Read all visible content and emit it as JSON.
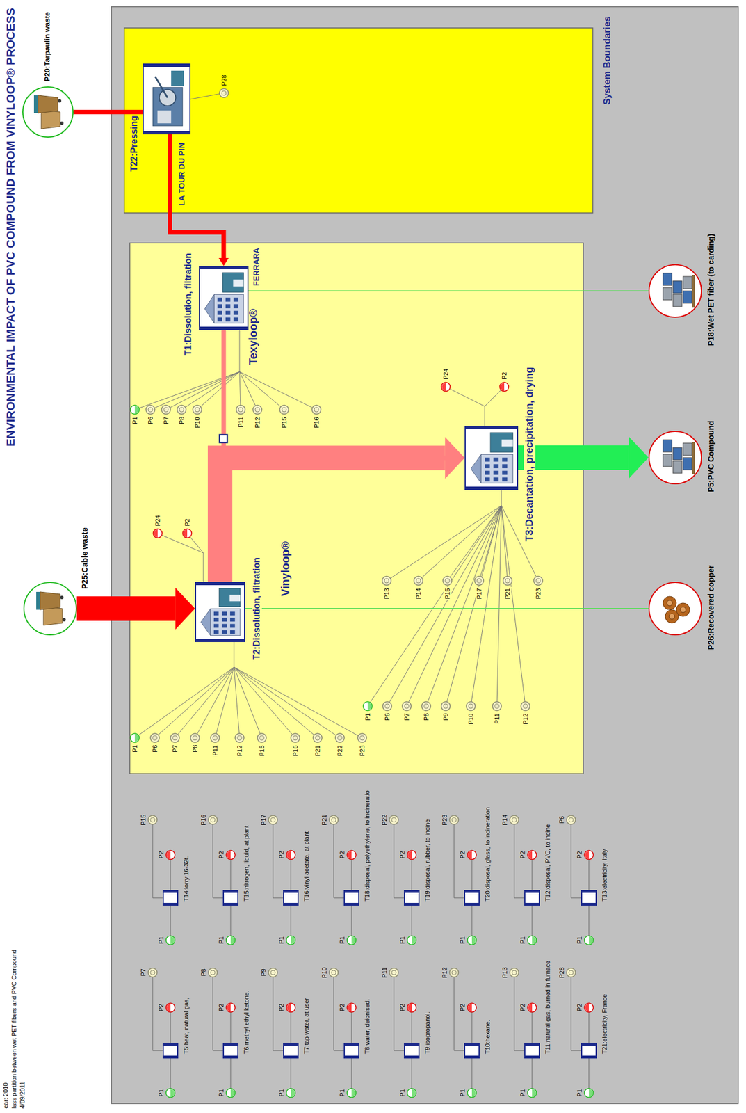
{
  "diagram": {
    "title": "ENVIRONMENTAL IMPACT OF PVC COMPOUND FROM VINYLOOP® PROCESS",
    "nodes": [
      {
        "text": [
          "System Boundaries"
        ]
      },
      {
        "text": [
          "P20:Tarpaulin waste"
        ]
      },
      {
        "text": [
          "LA TOUR DU PIN"
        ],
        "in": 0
      },
      {
        "text": [
          "T22:Pressing"
        ],
        "in": 2
      },
      {
        "text": [
          "P25:Cable waste"
        ]
      },
      {
        "text": [
          "FERRARA"
        ],
        "in": 0
      },
      {
        "text": [
          "T1:Dissolution, filtration"
        ],
        "in": 5
      },
      {
        "text": [
          "T2:Dissolution, filtration"
        ],
        "in": 5
      },
      {
        "text": [
          "T3:Decantation, precipitation, drying"
        ],
        "in": 5
      },
      {
        "text": [
          "P18:Wet PET fiber (to carding)"
        ],
        "in": 0
      },
      {
        "text": [
          "P5:PVC Compound"
        ],
        "in": 0
      },
      {
        "text": [
          "P26:Recovered copper"
        ],
        "in": 0
      },
      {
        "text": [
          "T5:heat, natural gas,"
        ],
        "in": 0
      },
      {
        "text": [
          "T14:lorry 16-32t."
        ],
        "in": 0
      },
      {
        "text": [
          "T6:methyl ethyl ketone."
        ],
        "in": 0
      },
      {
        "text": [
          "T15:nitrogen, liquid, at plant"
        ],
        "in": 0
      },
      {
        "text": [
          "T7:tap water, at user"
        ],
        "in": 0
      },
      {
        "text": [
          "T16:vinyl acetate, at plant"
        ],
        "in": 0
      },
      {
        "text": [
          "T8:water, deionised."
        ],
        "in": 0
      },
      {
        "text": [
          "T18:disposal, polyethylene, to incineratio"
        ],
        "in": 0
      },
      {
        "text": [
          "T9:isopropanol."
        ],
        "in": 0
      },
      {
        "text": [
          "T19:disposal, rubber, to incine"
        ],
        "in": 0
      },
      {
        "text": [
          "T10:hexane."
        ],
        "in": 0
      },
      {
        "text": [
          "T20:disposal, glass, to incineration"
        ],
        "in": 0
      },
      {
        "text": [
          "T11:natural gas, burned in furnace"
        ],
        "in": 0
      },
      {
        "text": [
          "T12:disposal, PVC, to incine"
        ],
        "in": 0
      },
      {
        "text": [
          "T21:electricity, France"
        ],
        "in": 0
      },
      {
        "text": [
          "T13:electricity, Italy"
        ],
        "in": 0
      }
    ],
    "edges": [
      {
        "from": 1,
        "to": 3,
        "arrow": "none"
      },
      {
        "from": 3,
        "to": 6,
        "arrow": "to"
      },
      {
        "from": 4,
        "to": 7,
        "arrow": "to"
      },
      {
        "from": 6,
        "to": 8,
        "arrow": "to"
      },
      {
        "from": 7,
        "to": 8,
        "arrow": "to"
      },
      {
        "from": 8,
        "to": 10,
        "arrow": "to"
      },
      {
        "from": 6,
        "to": 9,
        "arrow": "none"
      },
      {
        "from": 7,
        "to": 11,
        "arrow": "none"
      }
    ],
    "labels": [
      "Texyloop®",
      "Vinyloop®",
      "P28",
      "P1",
      "P6",
      "P7",
      "P8",
      "P10",
      "P11",
      "P12",
      "P15",
      "P16",
      "P24",
      "P2",
      "P1",
      "P6",
      "P7",
      "P8",
      "P11",
      "P12",
      "P15",
      "P16",
      "P21",
      "P22",
      "P23",
      "P24",
      "P2",
      "P13",
      "P14",
      "P15",
      "P17",
      "P21",
      "P23",
      "P1",
      "P6",
      "P7",
      "P8",
      "P9",
      "P10",
      "P11",
      "P12",
      "P1",
      "P2",
      "P7",
      "P1",
      "P2",
      "P15",
      "P1",
      "P2",
      "P8",
      "P1",
      "P2",
      "P16",
      "P1",
      "P2",
      "P9",
      "P1",
      "P2",
      "P17",
      "P1",
      "P2",
      "P10",
      "P1",
      "P2",
      "P21",
      "P1",
      "P2",
      "P11",
      "P1",
      "P2",
      "P22",
      "P1",
      "P2",
      "P12",
      "P1",
      "P2",
      "P23",
      "P1",
      "P2",
      "P13",
      "P1",
      "P2",
      "P14",
      "P1",
      "P2",
      "P28",
      "P1",
      "P2",
      "P6",
      "ear: 2010",
      "lass partition between wet PET fibers and PVC Compound",
      "4/09/2011"
    ]
  }
}
